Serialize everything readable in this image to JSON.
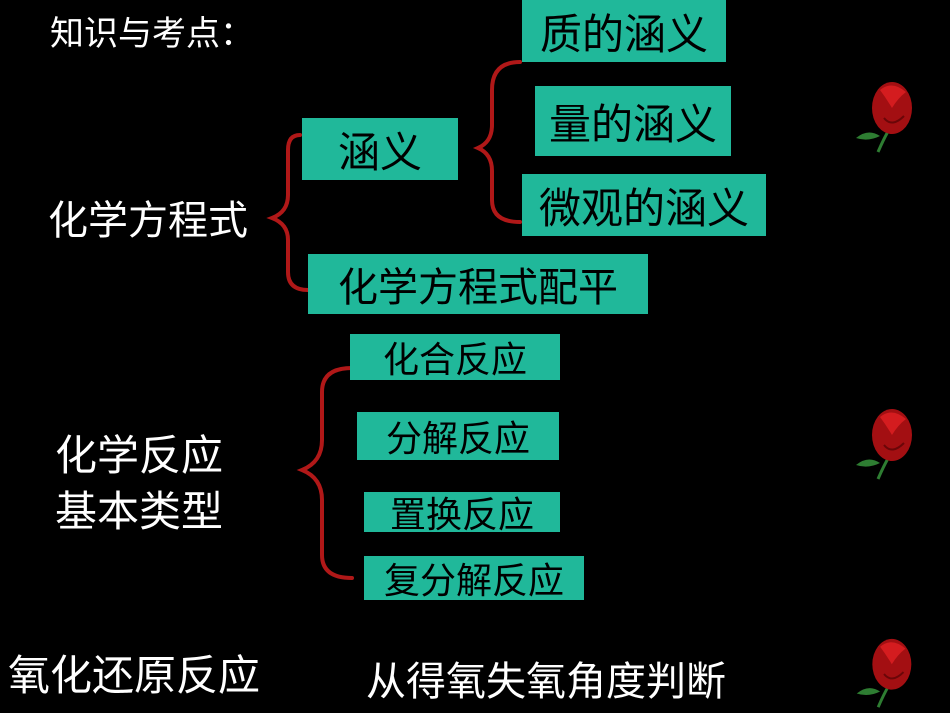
{
  "heading": "知识与考点：",
  "equation_topic": "化学方程式",
  "meaning_box": "涵义",
  "meaning_items": [
    "质的涵义",
    "量的涵义",
    "微观的涵义"
  ],
  "balancing_box": "化学方程式配平",
  "reaction_types": {
    "label_line1": "化学反应",
    "label_line2": "基本类型",
    "items": [
      "化合反应",
      "分解反应",
      "置换反应",
      "复分解反应"
    ]
  },
  "redox": {
    "label": "氧化还原反应",
    "judgement": "从得氧失氧角度判断"
  },
  "colors": {
    "background": "#000000",
    "box_fill": "#20b89a",
    "brace": "#b01818",
    "text": "#ffffff"
  },
  "decoration_icon": "rose-icon"
}
